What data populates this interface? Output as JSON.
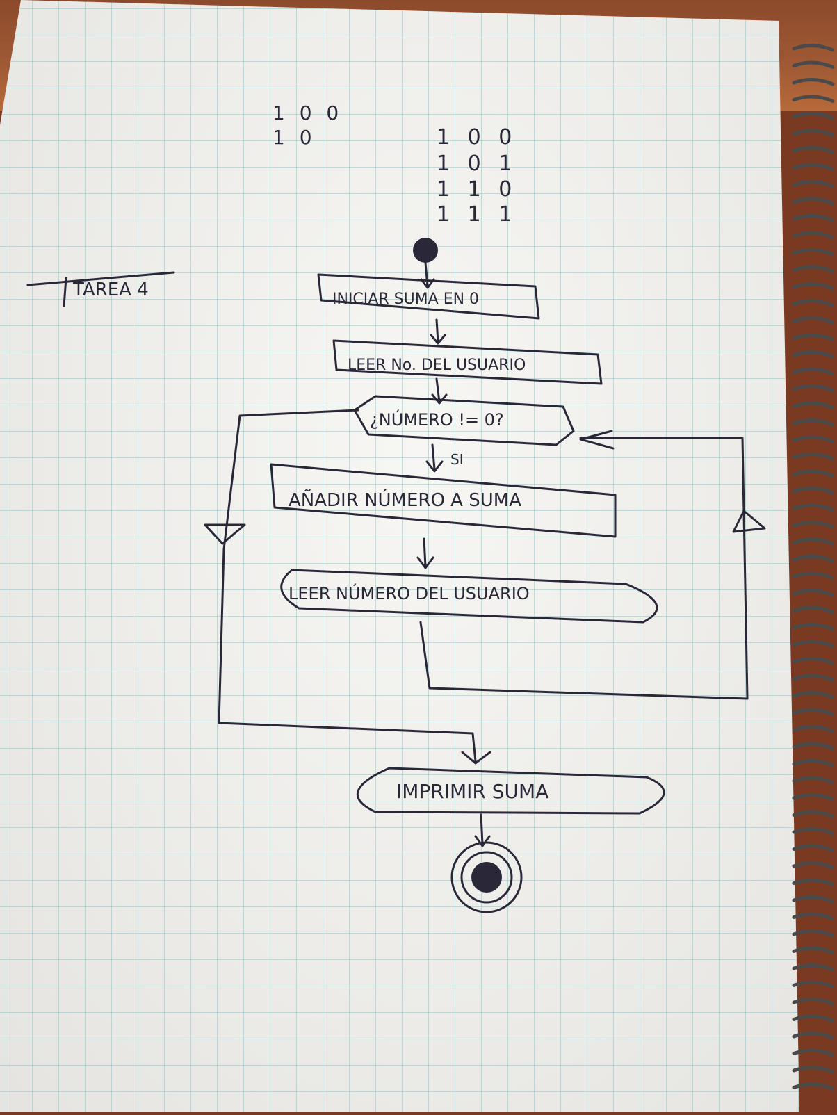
{
  "page_label": "TAREA 4",
  "binary_small": [
    "1 0 0",
    "1 0"
  ],
  "binary_table": [
    "1 0 0",
    "1 0 1",
    "1 1 0",
    "1 1 1"
  ],
  "flow": {
    "init": "INICIAR SUMA EN 0",
    "read_first": "LEER No. DEL USUARIO",
    "condition": "¿NÚMERO != 0?",
    "yes_label": "SI",
    "add": "AÑADIR NÚMERO A SUMA",
    "read_next": "LEER NÚMERO DEL USUARIO",
    "print": "IMPRIMIR SUMA"
  },
  "colors": {
    "ink": "#2a2838",
    "paper": "#f3f2ee",
    "grid": "#78afaf",
    "table": "#7a3a22"
  }
}
